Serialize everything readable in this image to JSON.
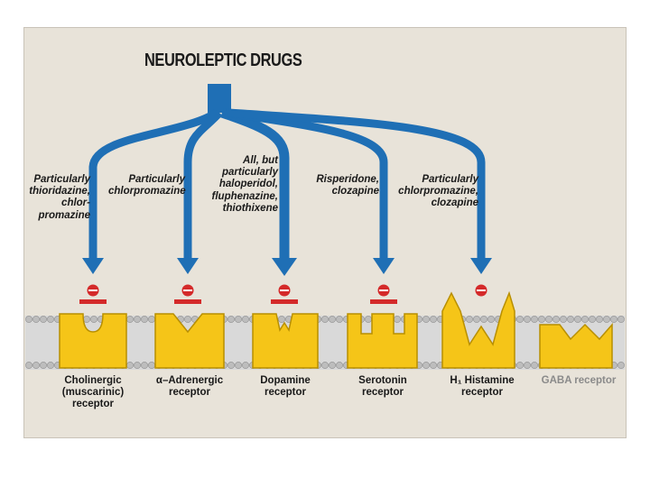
{
  "title": "NEUROLEPTIC DRUGS",
  "drugs": [
    {
      "label": "Particularly\nthioridazine,\nchlor-\npromazine"
    },
    {
      "label": "Particularly\nchlorpromazine"
    },
    {
      "label": "All, but\nparticularly\nhaloperidol,\nfluphenazine,\nthiothixene"
    },
    {
      "label": "Risperidone,\nclozapine"
    },
    {
      "label": "Particularly\nchlorpromazine,\nclozapine"
    }
  ],
  "receptors": [
    {
      "label": "Cholinergic\n(muscarinic)\nreceptor"
    },
    {
      "label": "α–Adrenergic\nreceptor"
    },
    {
      "label": "Dopamine\nreceptor"
    },
    {
      "label": "Serotonin\nreceptor"
    },
    {
      "label": "H₁ Histamine\nreceptor"
    },
    {
      "label": "GABA receptor"
    }
  ],
  "colors": {
    "arrow": "#1f6fb5",
    "inhibit": "#d42a2a",
    "receptor": "#f5c518",
    "receptor_stroke": "#b88f00",
    "membrane": "#c8c8c8"
  }
}
